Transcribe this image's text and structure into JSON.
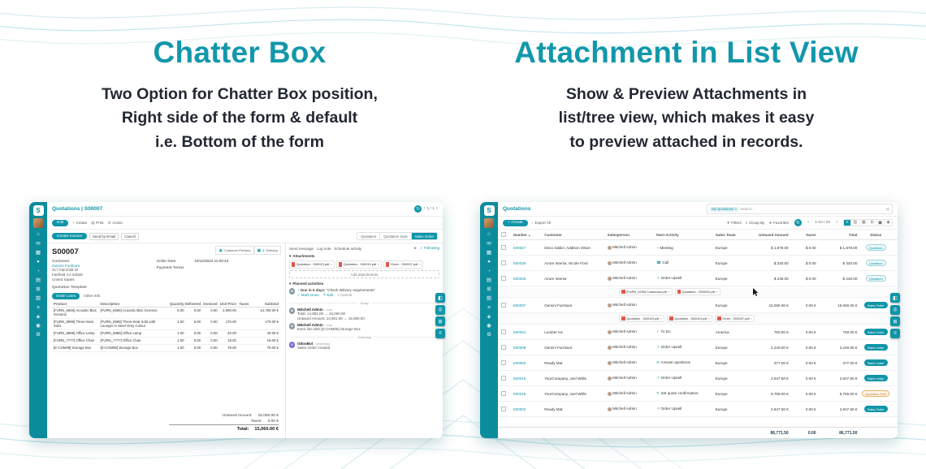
{
  "colors": {
    "accent": "#1297ab",
    "sidebar": "#0b8c9c",
    "pdf_red": "#e2574c",
    "sales_order_badge": "#0e95a8",
    "quotation_sent_badge": "#e8b36a"
  },
  "icons": {
    "refresh": "↻",
    "prev": "‹",
    "next": "›",
    "plus": "+",
    "print": "▤",
    "gear": "⚙",
    "download": "↓",
    "filter": "▼",
    "group_by": "≡",
    "star": "★",
    "search": "◎",
    "chevron_down": "▾",
    "close": "×",
    "paperclip": "◈",
    "check": "✓",
    "edit": "✎",
    "clock": "◔",
    "eye": "◉",
    "truck": "▣"
  },
  "features": [
    {
      "title": "Chatter Box",
      "desc": [
        "Two Option for Chatter Box position,",
        "Right side of the form & default",
        "i.e. Bottom of the form"
      ]
    },
    {
      "title": "Attachment in List View",
      "desc": [
        "Show & Preview Attachments in",
        "list/tree view, which makes it easy",
        "to preview attached in records."
      ]
    }
  ],
  "sidebar": {
    "logo_letter": "S",
    "icons": [
      {
        "name": "home-icon",
        "glyph": "⌂"
      },
      {
        "name": "discuss-icon",
        "glyph": "✉"
      },
      {
        "name": "calendar-icon",
        "glyph": "▦"
      },
      {
        "name": "contacts-icon",
        "glyph": "●"
      },
      {
        "name": "crm-icon",
        "glyph": "◔"
      },
      {
        "name": "sales-icon",
        "glyph": "▤"
      },
      {
        "name": "purchase-icon",
        "glyph": "⊞"
      },
      {
        "name": "inventory-icon",
        "glyph": "▥"
      },
      {
        "name": "accounting-icon",
        "glyph": "≡"
      },
      {
        "name": "project-icon",
        "glyph": "◈"
      },
      {
        "name": "website-icon",
        "glyph": "◉"
      },
      {
        "name": "settings-icon",
        "glyph": "⚙"
      }
    ]
  },
  "float_buttons": [
    {
      "name": "chatter-position-icon",
      "glyph": "◧"
    },
    {
      "name": "search-panel-icon",
      "glyph": "◎"
    },
    {
      "name": "apps-grid-icon",
      "glyph": "⊞"
    },
    {
      "name": "menu-icon",
      "glyph": "≡"
    }
  ],
  "view_switcher": [
    {
      "name": "list-view-icon",
      "glyph": "≡",
      "active": true
    },
    {
      "name": "kanban-view-icon",
      "glyph": "▥",
      "active": false
    },
    {
      "name": "calendar-view-icon",
      "glyph": "▦",
      "active": false
    },
    {
      "name": "pivot-view-icon",
      "glyph": "⊞",
      "active": false
    },
    {
      "name": "graph-view-icon",
      "glyph": "▅",
      "active": false
    },
    {
      "name": "map-view-icon",
      "glyph": "◉",
      "active": false
    }
  ],
  "form_app": {
    "breadcrumb": "Quotations | S00007",
    "pager": "1 / 1",
    "toolbar": {
      "edit": "Edit",
      "create": "Create",
      "print": "Print",
      "action": "Action"
    },
    "header_buttons": [
      "Create Invoice",
      "Send by Email",
      "Cancel"
    ],
    "statusbar": [
      "Quotation",
      "Quotation Sent",
      "Sales Order"
    ],
    "smart_buttons": [
      {
        "label": "Customer Preview",
        "count": ""
      },
      {
        "label": "Delivery",
        "count": "2"
      }
    ],
    "record": {
      "name": "S00007",
      "customer_label": "Customer",
      "customer_name": "Gemini Furniture",
      "customer_address": [
        "317 Fairchild Dr",
        "Fairfield CA 94535",
        "United States"
      ],
      "order_date_label": "Order Date",
      "order_date": "10/12/2022 11:00:23",
      "payment_terms_label": "Payment Terms",
      "quotation_template_label": "Quotation Template",
      "tabs": [
        "Order Lines",
        "Other Info"
      ]
    },
    "table": {
      "headers": [
        "Product",
        "Description",
        "Quantity",
        "Delivered",
        "Invoiced",
        "Unit Price",
        "Taxes",
        "Subtotal"
      ],
      "rows": [
        [
          "[FURN_6666] Acoustic Bloc Screens",
          "[FURN_6666] Acoustic Bloc Screens",
          "5.00",
          "0.00",
          "0.00",
          "2,950.00",
          "",
          "14,750.00 €"
        ],
        [
          "[FURN_8999] Three-Seat Sofa",
          "[FURN_8999] Three-Seat Sofa with Lounger in Steel Grey Colour",
          "1.00",
          "0.00",
          "0.00",
          "170.00",
          "",
          "170.00 €"
        ],
        [
          "[FURN_8888] Office Lamp",
          "[FURN_8888] Office Lamp",
          "1.00",
          "0.00",
          "0.00",
          "40.00",
          "",
          "40.00 €"
        ],
        [
          "[FURN_7777] Office Chair",
          "[FURN_7777] Office Chair",
          "1.00",
          "0.00",
          "0.00",
          "19.00",
          "",
          "19.00 €"
        ],
        [
          "[E-COM08] Storage Box",
          "[E-COM08] Storage Box",
          "1.00",
          "0.00",
          "0.00",
          "79.00",
          "",
          "79.00 €"
        ]
      ],
      "totals": [
        {
          "label": "Untaxed Amount:",
          "value": "15,060.00 €",
          "bold": false
        },
        {
          "label": "Taxes:",
          "value": "0.00 €",
          "bold": false
        },
        {
          "label": "Total:",
          "value": "15,060.00 €",
          "bold": true
        }
      ]
    },
    "chatter": {
      "tabs": [
        "Send message",
        "Log note",
        "Schedule activity"
      ],
      "following_label": "Following",
      "attachments_title": "Attachments",
      "attachments": [
        "Quotation - S00023.pdf",
        "Quotation - S00019.pdf",
        "Order - S00007.pdf"
      ],
      "add_attachments_label": "Add attachments",
      "planned_title": "Planned activities",
      "activity": {
        "initial": "M",
        "due": "Due in 6 days:",
        "summary": "\"Check delivery requirements\"",
        "mark_done": "Mark Done",
        "edit": "Edit",
        "cancel": "Cancel"
      },
      "today_label": "Today",
      "yesterday_label": "Yesterday",
      "messages": [
        {
          "author": "Mitchell Admin",
          "initial": "M",
          "time": "- now",
          "lines": [
            "Total: 14,981.00 → 15,060.00",
            "Untaxed Amount: 14,981.00 → 15,060.00"
          ]
        },
        {
          "author": "Mitchell Admin",
          "initial": "M",
          "time": "- now",
          "lines": [
            "Extra line with [E-COM08] Storage Box"
          ]
        },
        {
          "author": "OdooBot",
          "initial": "O",
          "time": "- yesterday",
          "lines": [
            "Sales Order created"
          ]
        }
      ]
    }
  },
  "list_app": {
    "breadcrumb": "Quotations",
    "search": {
      "facet": "My Quotations",
      "placeholder": "Search..."
    },
    "toolbar": {
      "create": "Create",
      "export_label": "Export All",
      "filters": "Filters",
      "group_by": "Group By",
      "favorites": "Favorites",
      "pager": "1-10 / 10"
    },
    "table": {
      "headers": [
        "Number",
        "Customer",
        "Salesperson",
        "Next Activity",
        "Sales Team",
        "Untaxed Amount",
        "Taxes",
        "Total",
        "Status"
      ],
      "rows": [
        {
          "number": "S00027",
          "customer": "Deco Addict, Addison Olson",
          "salesperson": "Mitchell Admin",
          "activity": "Meeting",
          "activity_icon": "◔",
          "team": "Europe",
          "untaxed": "$ 1,878.00",
          "taxes": "$ 0.00",
          "total": "$ 1,878.00",
          "status": "Quotation"
        },
        {
          "number": "S00026",
          "customer": "Azure Interior, Nicole Ford",
          "salesperson": "Mitchell Admin",
          "activity": "Call",
          "activity_icon": "☎",
          "team": "Europe",
          "untaxed": "$ 320.00",
          "taxes": "$ 0.00",
          "total": "$ 320.00",
          "status": "Quotation"
        },
        {
          "number": "S00025",
          "customer": "Azure Interior",
          "salesperson": "Mitchell Admin",
          "activity": "Order Upsell",
          "activity_icon": "↗",
          "team": "Europe",
          "untaxed": "$ 246.00",
          "taxes": "$ 0.00",
          "total": "$ 246.00",
          "status": "Quotation",
          "attachments": [
            "[FURN_0269] Customiza.pdf",
            "Quotation - S00025.pdf"
          ]
        },
        {
          "number": "S00007",
          "customer": "Gemini Furniture",
          "salesperson": "Mitchell Admin",
          "activity": "",
          "activity_icon": "",
          "team": "Europe",
          "untaxed": "15,060.00 €",
          "taxes": "0.00 €",
          "total": "15,060.00 €",
          "status": "Sales Order",
          "attachments": [
            "Quotation - S00023.pdf",
            "Quotation - S00019.pdf",
            "Order - S00007.pdf"
          ]
        },
        {
          "number": "S00024",
          "customer": "Lumber Inc",
          "salesperson": "Mitchell Admin",
          "activity": "To Do",
          "activity_icon": "✓",
          "team": "America",
          "untaxed": "750.00 €",
          "taxes": "0.00 €",
          "total": "750.00 €",
          "status": "Sales Order"
        },
        {
          "number": "S00008",
          "customer": "Gemini Furniture",
          "salesperson": "Mitchell Admin",
          "activity": "Order Upsell",
          "activity_icon": "↗",
          "team": "Europe",
          "untaxed": "2,240.00 €",
          "taxes": "0.00 €",
          "total": "2,240.00 €",
          "status": "Sales Order"
        },
        {
          "number": "S00003",
          "customer": "Ready Mat",
          "salesperson": "Mitchell Admin",
          "activity": "Answer questions",
          "activity_icon": "✉",
          "team": "Europe",
          "untaxed": "377.00 €",
          "taxes": "0.00 €",
          "total": "377.00 €",
          "status": "Sales Order"
        },
        {
          "number": "S00019",
          "customer": "YourCompany, Joel Willis",
          "salesperson": "Mitchell Admin",
          "activity": "Order Upsell",
          "activity_icon": "↗",
          "team": "Europe",
          "untaxed": "2,947.50 €",
          "taxes": "0.00 €",
          "total": "2,947.50 €",
          "status": "Sales Order"
        },
        {
          "number": "S00018",
          "customer": "YourCompany, Joel Willis",
          "salesperson": "Mitchell Admin",
          "activity": "Set quote confirmation",
          "activity_icon": "✎",
          "team": "Europe",
          "untaxed": "9,755.00 €",
          "taxes": "0.00 €",
          "total": "9,755.00 €",
          "status": "Quotation Sent"
        },
        {
          "number": "S00002",
          "customer": "Ready Mat",
          "salesperson": "Mitchell Admin",
          "activity": "Order Upsell",
          "activity_icon": "↗",
          "team": "Europe",
          "untaxed": "2,947.50 €",
          "taxes": "0.00 €",
          "total": "2,947.50 €",
          "status": "Sales Order"
        }
      ],
      "footer": {
        "untaxed": "86,771.50",
        "taxes": "0.00",
        "total": "86,771.50"
      }
    }
  }
}
